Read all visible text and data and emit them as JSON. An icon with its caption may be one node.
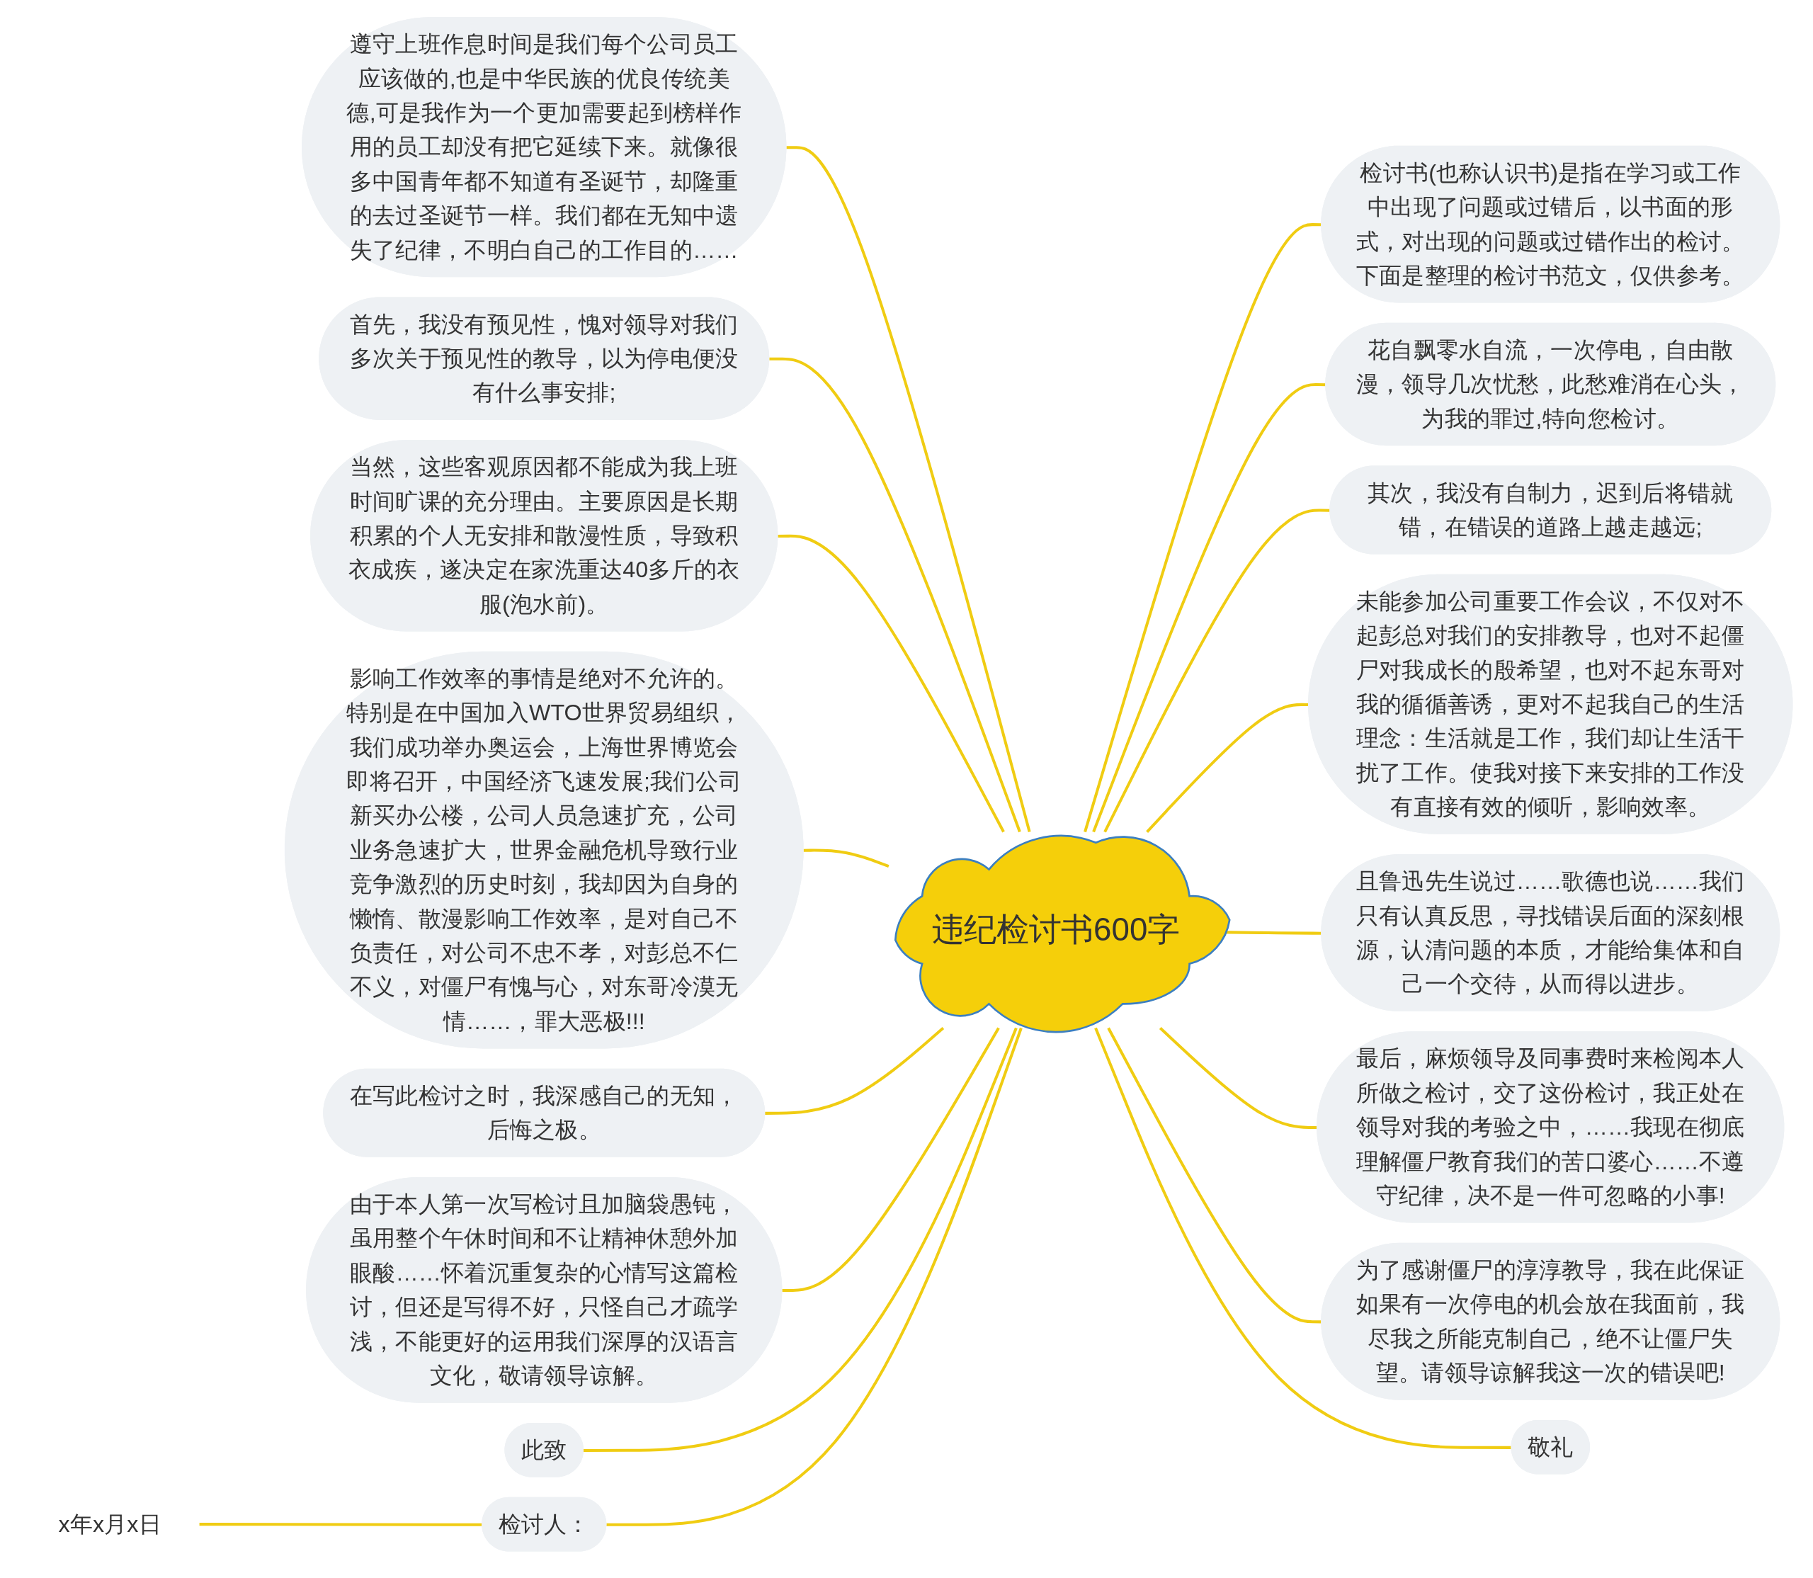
{
  "diagram": {
    "nodes": [
      {
        "text": [
          "违纪检讨书600字"
        ]
      },
      {
        "text": [
          "检讨书(也称认识书)是指在学习或工作中出现了问题或过错后，以书面的形式，对出现的问题或过错作出的检讨。下面是整理的检讨书范文，仅供参考。"
        ]
      },
      {
        "text": [
          "花自飘零水自流，一次停电，自由散漫，领导几次忧愁，此愁难消在心头，为我的罪过,特向您检讨。"
        ]
      },
      {
        "text": [
          "其次，我没有自制力，迟到后将错就错，在错误的道路上越走越远;"
        ]
      },
      {
        "text": [
          "未能参加公司重要工作会议，不仅对不起彭总对我们的安排教导，也对不起僵尸对我成长的殷希望，也对不起东哥对我的循循善诱，更对不起我自己的生活理念：生活就是工作，我们却让生活干扰了工作。使我对接下来安排的工作没有直接有效的倾听，影响效率。"
        ]
      },
      {
        "text": [
          "且鲁迅先生说过……歌德也说……我们只有认真反思，寻找错误后面的深刻根源，认清问题的本质，才能给集体和自己一个交待，从而得以进步。"
        ]
      },
      {
        "text": [
          "最后，麻烦领导及同事费时来检阅本人所做之检讨，交了这份检讨，我正处在领导对我的考验之中，……我现在彻底理解僵尸教育我们的苦口婆心……不遵守纪律，决不是一件可忽略的小事!"
        ]
      },
      {
        "text": [
          "为了感谢僵尸的淳淳教导，我在此保证如果有一次停电的机会放在我面前，我尽我之所能克制自己，绝不让僵尸失望。请领导谅解我这一次的错误吧!"
        ]
      },
      {
        "text": [
          "敬礼"
        ]
      },
      {
        "text": [
          "遵守上班作息时间是我们每个公司员工应该做的,也是中华民族的优良传统美德,可是我作为一个更加需要起到榜样作用的员工却没有把它延续下来。就像很多中国青年都不知道有圣诞节，却隆重的去过圣诞节一样。我们都在无知中遗失了纪律，不明白自己的工作目的……"
        ]
      },
      {
        "text": [
          "首先，我没有预见性，愧对领导对我们多次关于预见性的教导，以为停电便没有什么事安排;"
        ]
      },
      {
        "text": [
          "当然，这些客观原因都不能成为我上班时间旷课的充分理由。主要原因是长期积累的个人无安排和散漫性质，导致积衣成疾，遂决定在家洗重达40多斤的衣服(泡水前)。"
        ]
      },
      {
        "text": [
          "影响工作效率的事情是绝对不允许的。特别是在中国加入WTO世界贸易组织，我们成功举办奥运会，上海世界博览会即将召开，中国经济飞速发展;我们公司新买办公楼，公司人员急速扩充，公司业务急速扩大，世界金融危机导致行业竞争激烈的历史时刻，我却因为自身的懒惰、散漫影响工作效率，是对自己不负责任，对公司不忠不孝，对彭总不仁不义，对僵尸有愧与心，对东哥冷漠无情……，罪大恶极!!!"
        ]
      },
      {
        "text": [
          "在写此检讨之时，我深感自己的无知，后悔之极。"
        ]
      },
      {
        "text": [
          "由于本人第一次写检讨且加脑袋愚钝，虽用整个午休时间和不让精神休憩外加眼酸……怀着沉重复杂的心情写这篇检讨，但还是写得不好，只怪自己才疏学浅，不能更好的运用我们深厚的汉语言文化，敬请领导谅解。"
        ]
      },
      {
        "text": [
          "此致"
        ]
      },
      {
        "text": [
          "检讨人："
        ]
      },
      {
        "text": [
          "x年x月x日"
        ]
      }
    ],
    "edges": [
      {
        "from": 0,
        "to": 1,
        "arrow": "none"
      },
      {
        "from": 0,
        "to": 2,
        "arrow": "none"
      },
      {
        "from": 0,
        "to": 3,
        "arrow": "none"
      },
      {
        "from": 0,
        "to": 4,
        "arrow": "none"
      },
      {
        "from": 0,
        "to": 5,
        "arrow": "none"
      },
      {
        "from": 0,
        "to": 6,
        "arrow": "none"
      },
      {
        "from": 0,
        "to": 7,
        "arrow": "none"
      },
      {
        "from": 0,
        "to": 8,
        "arrow": "none"
      },
      {
        "from": 9,
        "to": 0,
        "arrow": "none"
      },
      {
        "from": 10,
        "to": 0,
        "arrow": "none"
      },
      {
        "from": 11,
        "to": 0,
        "arrow": "none"
      },
      {
        "from": 12,
        "to": 0,
        "arrow": "none"
      },
      {
        "from": 13,
        "to": 0,
        "arrow": "none"
      },
      {
        "from": 14,
        "to": 0,
        "arrow": "none"
      },
      {
        "from": 15,
        "to": 0,
        "arrow": "none"
      },
      {
        "from": 16,
        "to": 0,
        "arrow": "none"
      },
      {
        "from": 17,
        "to": 16,
        "arrow": "none"
      }
    ]
  }
}
